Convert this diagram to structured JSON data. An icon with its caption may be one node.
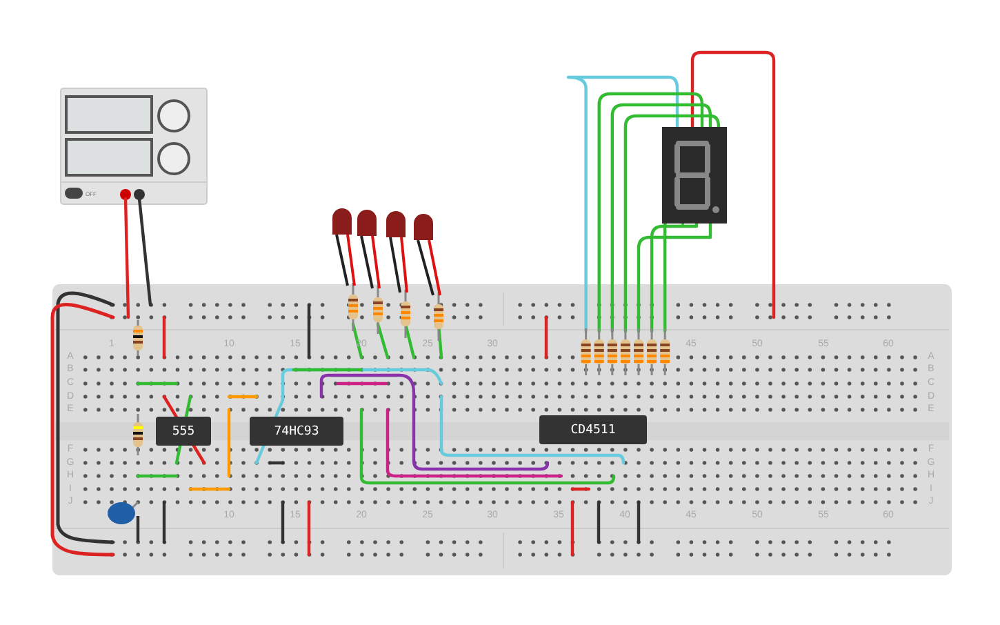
{
  "diagram": {
    "nodes": [
      {
        "text": [
          "555"
        ]
      },
      {
        "text": [
          "74HC93"
        ]
      },
      {
        "text": [
          "CD4511"
        ]
      }
    ],
    "labels": [
      "OFF",
      "1",
      "10",
      "15",
      "20",
      "25",
      "30",
      "45",
      "50",
      "55",
      "60",
      "A",
      "A",
      "B",
      "B",
      "C",
      "C",
      "D",
      "D",
      "E",
      "E",
      "F",
      "F",
      "G",
      "G",
      "H",
      "H",
      "I",
      "I",
      "J",
      "J",
      "10",
      "15",
      "20",
      "25",
      "30",
      "35",
      "40",
      "45",
      "50",
      "55",
      "60"
    ]
  }
}
